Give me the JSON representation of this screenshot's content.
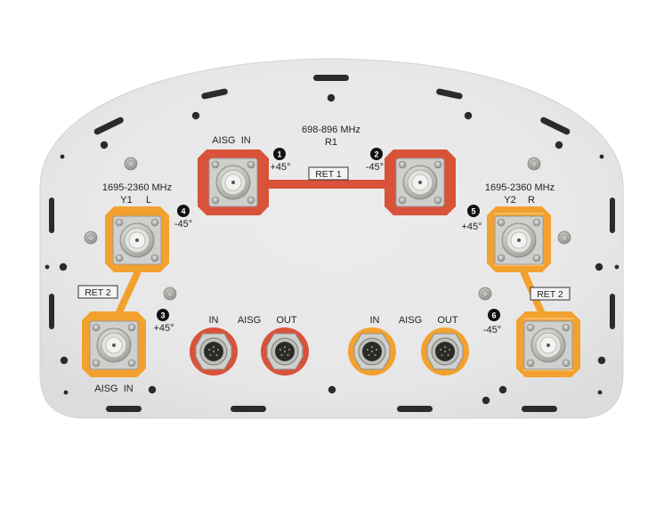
{
  "colors": {
    "background": "#ffffff",
    "panel": "#e9e9ea",
    "panel_edge": "#d6d6d8",
    "red_band": "#d9523a",
    "orange_band": "#f3a12e",
    "slot": "#2b2b2b",
    "connector_metal": "#c9c9c7"
  },
  "bands": {
    "low": {
      "frequency": "698-896 MHz",
      "array": "R1",
      "color": "red"
    },
    "high_left": {
      "frequency": "1695-2360 MHz",
      "array": "Y1",
      "side": "L",
      "color": "orange"
    },
    "high_right": {
      "frequency": "1695-2360 MHz",
      "array": "Y2",
      "side": "R",
      "color": "orange"
    }
  },
  "ports": [
    {
      "number": "1",
      "polarization": "+45°",
      "band": "R1",
      "note": "AISG  IN"
    },
    {
      "number": "2",
      "polarization": "-45°",
      "band": "R1"
    },
    {
      "number": "3",
      "polarization": "+45°",
      "band": "Y1",
      "note": "AISG  IN"
    },
    {
      "number": "4",
      "polarization": "-45°",
      "band": "Y1"
    },
    {
      "number": "5",
      "polarization": "+45°",
      "band": "Y2"
    },
    {
      "number": "6",
      "polarization": "-45°",
      "band": "Y2"
    }
  ],
  "ret": {
    "ret1": "RET 1",
    "ret2_left": "RET 2",
    "ret2_right": "RET 2"
  },
  "aisg_groups": [
    {
      "in_label": "IN",
      "title": "AISG",
      "out_label": "OUT",
      "color": "red"
    },
    {
      "in_label": "IN",
      "title": "AISG",
      "out_label": "OUT",
      "color": "orange"
    }
  ]
}
